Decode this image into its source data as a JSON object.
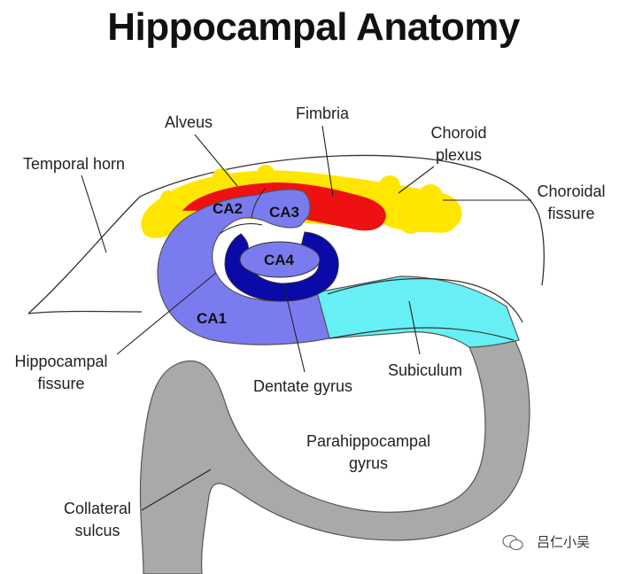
{
  "title": "Hippocampal Anatomy",
  "labels": {
    "alveus": "Alveus",
    "fimbria": "Fimbria",
    "choroid_plexus_line1": "Choroid",
    "choroid_plexus_line2": "plexus",
    "temporal_horn": "Temporal horn",
    "choroidal_fissure_line1": "Choroidal",
    "choroidal_fissure_line2": "fissure",
    "hippocampal_fissure_line1": "Hippocampal",
    "hippocampal_fissure_line2": "fissure",
    "dentate_gyrus": "Dentate gyrus",
    "subiculum": "Subiculum",
    "parahippocampal_gyrus_line1": "Parahippocampal",
    "parahippocampal_gyrus_line2": "gyrus",
    "collateral_sulcus_line1": "Collateral",
    "collateral_sulcus_line2": "sulcus"
  },
  "regions": {
    "ca1": "CA1",
    "ca2": "CA2",
    "ca3": "CA3",
    "ca4": "CA4"
  },
  "colors": {
    "choroid_plexus": "#ffe600",
    "fimbria": "#ee1111",
    "cornu_ammonis": "#7b7bf0",
    "dentate_gyrus": "#0a0aa8",
    "subiculum": "#66f0f5",
    "parahippocampal": "#a9a9a9"
  },
  "watermark": "吕仁小吴"
}
